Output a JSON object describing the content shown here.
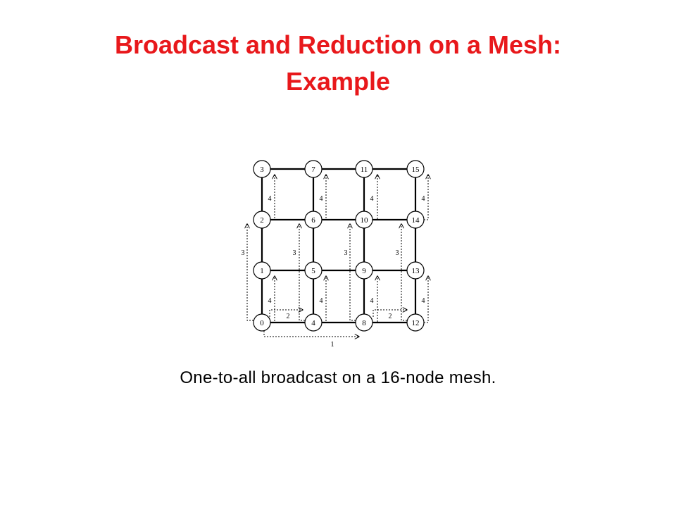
{
  "title": {
    "line1": "Broadcast and Reduction on a Mesh:",
    "line2": "Example"
  },
  "diagram": {
    "nodes": [
      {
        "id": "3",
        "row": 0,
        "col": 0
      },
      {
        "id": "7",
        "row": 0,
        "col": 1
      },
      {
        "id": "11",
        "row": 0,
        "col": 2
      },
      {
        "id": "15",
        "row": 0,
        "col": 3
      },
      {
        "id": "2",
        "row": 1,
        "col": 0
      },
      {
        "id": "6",
        "row": 1,
        "col": 1
      },
      {
        "id": "10",
        "row": 1,
        "col": 2
      },
      {
        "id": "14",
        "row": 1,
        "col": 3
      },
      {
        "id": "1",
        "row": 2,
        "col": 0
      },
      {
        "id": "5",
        "row": 2,
        "col": 1
      },
      {
        "id": "9",
        "row": 2,
        "col": 2
      },
      {
        "id": "13",
        "row": 2,
        "col": 3
      },
      {
        "id": "0",
        "row": 3,
        "col": 0
      },
      {
        "id": "4",
        "row": 3,
        "col": 1
      },
      {
        "id": "8",
        "row": 3,
        "col": 2
      },
      {
        "id": "12",
        "row": 3,
        "col": 3
      }
    ],
    "step_labels": {
      "step1": "1",
      "step2": "2",
      "step3": "3",
      "step4": "4"
    }
  },
  "caption": "One-to-all broadcast on a 16-node mesh."
}
